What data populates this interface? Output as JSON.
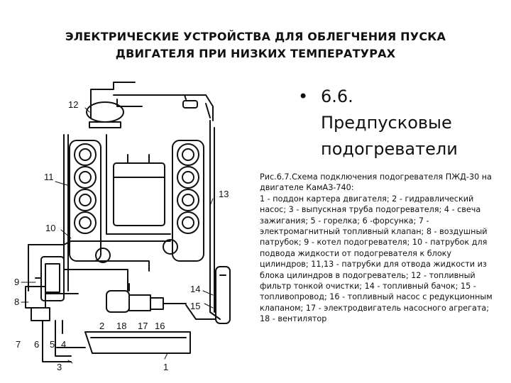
{
  "slide": {
    "title_line1": "ЭЛЕКТРИЧЕСКИЕ УСТРОЙСТВА ДЛЯ ОБЛЕГЧЕНИЯ ПУСКА",
    "title_line2": "ДВИГАТЕЛЯ ПРИ НИЗКИХ ТЕМПЕРАТУРАХ"
  },
  "bullet": {
    "marker": "•",
    "line1": "6.6.",
    "line2": "Предпусковые",
    "line3": "подогреватели"
  },
  "caption": {
    "head": "Рис.6.7.Схема подключения подогревателя ПЖД-30 на двигателе КамАЗ-740:",
    "body": "1 - поддон картера двигателя; 2 - гидравлический насос; 3 - выпускная труба подогревателя; 4 - свеча зажигания; 5 - горелка; 6 -форсунка; 7 - электромагнитный топливный клапан; 8 - воздушный патрубок; 9 - котел подогревателя; 10 - патрубок для подвода жидкости от подогревателя к блоку цилиндров; 11,13 - патрубки для отвода жидкости из блока цилиндров в подогреватель; 12 - топливный фильтр тонкой очистки; 14 - топливный бачок; 15 - топливопровод; 16 - топливный насос с редукционным клапаном; 17 - электродвигатель насосного агрегата; 18 - вентилятор"
  },
  "diagram_labels": {
    "l1": "1",
    "l2": "2",
    "l3": "3",
    "l4": "4",
    "l5": "5",
    "l6": "6",
    "l7": "7",
    "l8": "8",
    "l9": "9",
    "l10": "10",
    "l11": "11",
    "l12": "12",
    "l13": "13",
    "l14": "14",
    "l15": "15",
    "l16": "16",
    "l17": "17",
    "l18": "18"
  }
}
